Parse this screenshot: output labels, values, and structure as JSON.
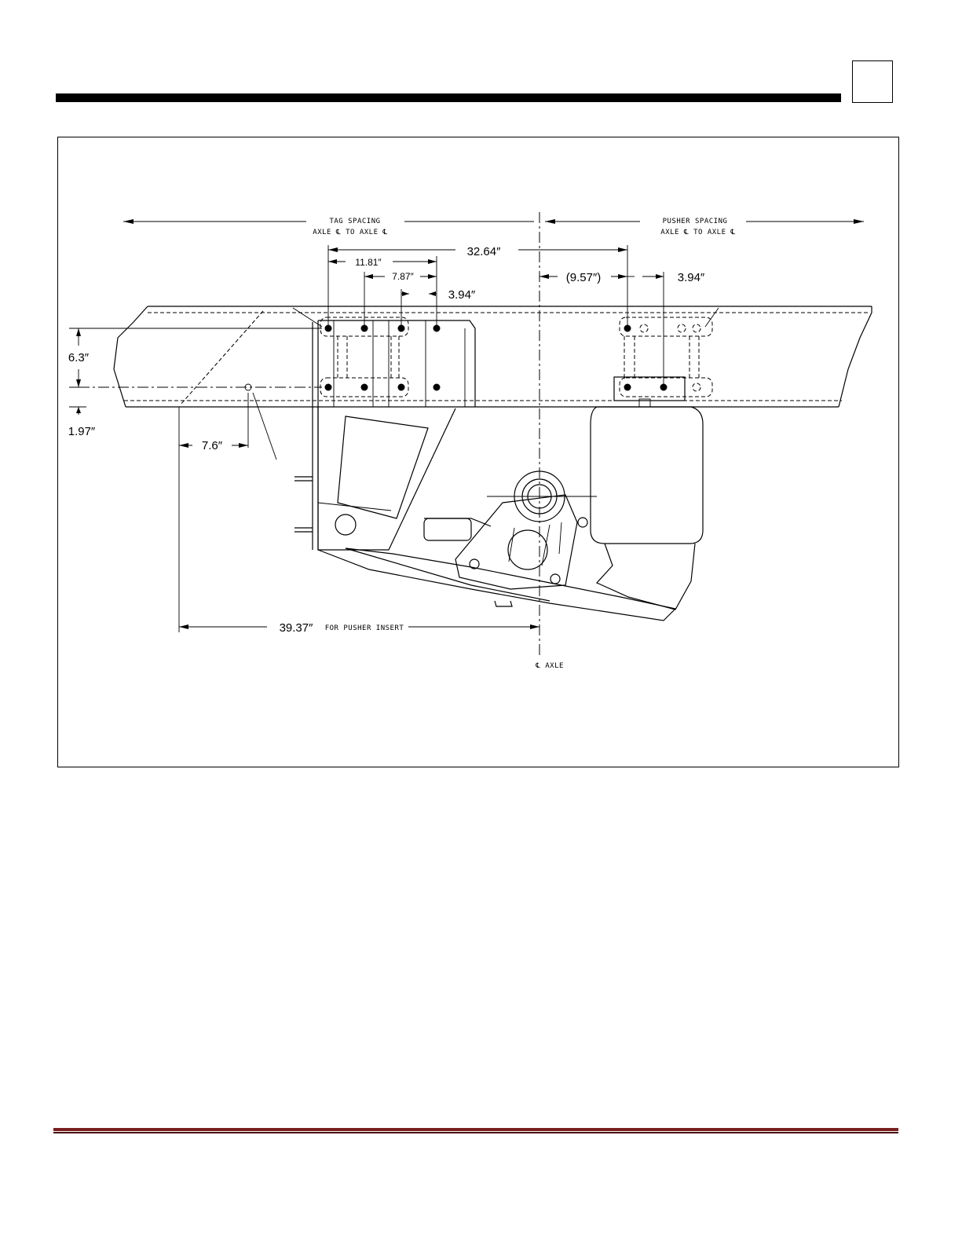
{
  "header": {
    "page_number": ""
  },
  "diagram": {
    "tag_spacing_line1": "TAG SPACING",
    "tag_spacing_line2": "AXLE ℄ TO AXLE ℄",
    "pusher_spacing_line1": "PUSHER SPACING",
    "pusher_spacing_line2": "AXLE ℄ TO AXLE ℄",
    "dim_32_64": "32.64″",
    "dim_11_81": "11.81″",
    "dim_7_87": "7.87″",
    "dim_3_94_left": "3.94″",
    "dim_9_57": "(9.57″)",
    "dim_3_94_right": "3.94″",
    "dim_6_3": "6.3″",
    "dim_1_97": "1.97″",
    "dim_7_6": "7.6″",
    "dim_39_37": "39.37″",
    "for_pusher_insert": "FOR PUSHER INSERT",
    "axle_centerline": "℄ AXLE"
  },
  "colors": {
    "ink": "#000000",
    "footer_rule": "#7a1f1f"
  }
}
